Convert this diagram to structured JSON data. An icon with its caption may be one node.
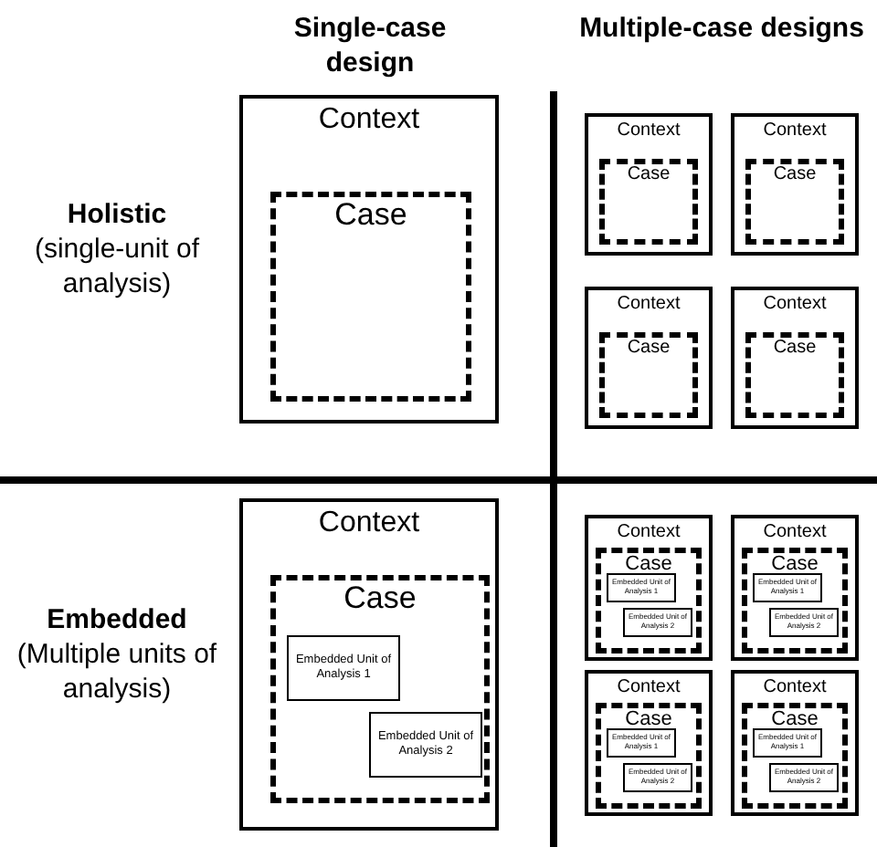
{
  "diagram": {
    "nodes": [
      {
        "text": [
          "Context"
        ]
      },
      {
        "text": [
          "Case"
        ],
        "in": 0
      },
      {
        "text": [
          "Context"
        ]
      },
      {
        "text": [
          "Case"
        ],
        "in": 2
      },
      {
        "text": [
          "Context"
        ]
      },
      {
        "text": [
          "Case"
        ],
        "in": 4
      },
      {
        "text": [
          "Context"
        ]
      },
      {
        "text": [
          "Case"
        ],
        "in": 6
      },
      {
        "text": [
          "Context"
        ]
      },
      {
        "text": [
          "Case"
        ],
        "in": 8
      },
      {
        "text": [
          "Context"
        ]
      },
      {
        "text": [
          "Case"
        ],
        "in": 10
      },
      {
        "text": [
          "Embedded Unit of Analysis 1"
        ],
        "in": 11
      },
      {
        "text": [
          "Embedded Unit of Analysis 2"
        ],
        "in": 11
      },
      {
        "text": [
          "Context"
        ]
      },
      {
        "text": [
          "Case"
        ],
        "in": 14
      },
      {
        "text": [
          "Embedded Unit of Analysis 1"
        ],
        "in": 15
      },
      {
        "text": [
          "Embedded Unit of Analysis 2"
        ],
        "in": 15
      },
      {
        "text": [
          "Context"
        ]
      },
      {
        "text": [
          "Case"
        ],
        "in": 18
      },
      {
        "text": [
          "Embedded Unit of Analysis 1"
        ],
        "in": 19
      },
      {
        "text": [
          "Embedded Unit of Analysis 2"
        ],
        "in": 19
      },
      {
        "text": [
          "Context"
        ]
      },
      {
        "text": [
          "Case"
        ],
        "in": 22
      },
      {
        "text": [
          "Embedded Unit of Analysis 1"
        ],
        "in": 23
      },
      {
        "text": [
          "Embedded Unit of Analysis 2"
        ],
        "in": 23
      },
      {
        "text": [
          "Context"
        ]
      },
      {
        "text": [
          "Case"
        ],
        "in": 26
      },
      {
        "text": [
          "Embedded Unit of Analysis 1"
        ],
        "in": 27
      },
      {
        "text": [
          "Embedded Unit of Analysis 2"
        ],
        "in": 27
      }
    ],
    "edges": [],
    "labels": [
      "Single-case design",
      "Multiple-case designs",
      "Holistic",
      "(single-unit of analysis)",
      "Embedded",
      "(Multiple units of analysis)"
    ]
  }
}
